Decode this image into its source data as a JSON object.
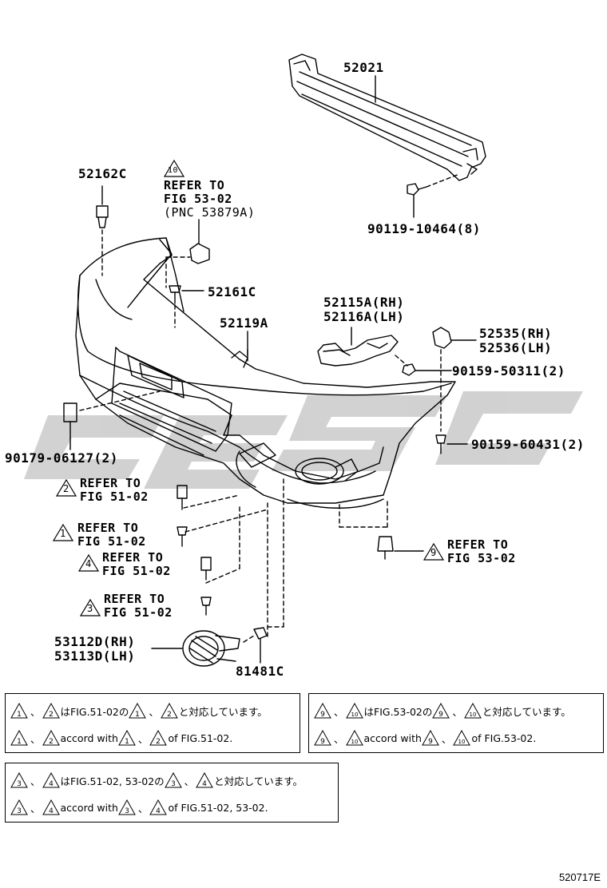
{
  "parts": {
    "p52021": "52021",
    "p52162C": "52162C",
    "p90119": "90119-10464(8)",
    "p52161C": "52161C",
    "p52119A": "52119A",
    "p52115A": "52115A(RH)",
    "p52116A": "52116A(LH)",
    "p52535": "52535(RH)",
    "p52536": "52536(LH)",
    "p90159_50311": "90159-50311(2)",
    "p90159_60431": "90159-60431(2)",
    "p90179": "90179-06127(2)",
    "p53112D": "53112D(RH)",
    "p53113D": "53113D(LH)",
    "p81481C": "81481C"
  },
  "refs": {
    "r10_line1": "REFER TO",
    "r10_line2": "FIG 53-02",
    "r10_line3": "(PNC 53879A)",
    "r10_num": "10",
    "r2_line1": "REFER TO",
    "r2_line2": "FIG 51-02",
    "r2_num": "2",
    "r1_line1": "REFER TO",
    "r1_line2": "FIG 51-02",
    "r1_num": "1",
    "r4_line1": "REFER TO",
    "r4_line2": "FIG 51-02",
    "r4_num": "4",
    "r3_line1": "REFER TO",
    "r3_line2": "FIG 51-02",
    "r3_num": "3",
    "r9_line1": "REFER TO",
    "r9_line2": "FIG 53-02",
    "r9_num": "9"
  },
  "notes": {
    "n1_jp_mid": "はFIG.51-02の",
    "n1_jp_end": "と対応しています。",
    "n1_en_mid": "accord with",
    "n1_en_end": "of FIG.51-02.",
    "n9_jp_mid": "はFIG.53-02の",
    "n9_jp_end": "と対応しています。",
    "n9_en_mid": "accord with",
    "n9_en_end": "of FIG.53-02.",
    "n3_jp_mid": "はFIG.51-02, 53-02の",
    "n3_jp_end": "と対応しています。",
    "n3_en_mid": "accord with",
    "n3_en_end": "of FIG.51-02, 53-02.",
    "sep": "、",
    "t1": "1",
    "t2": "2",
    "t3": "3",
    "t4": "4",
    "t9": "9",
    "t10": "10"
  },
  "figure_code": "520717E",
  "watermark": "CESC",
  "colors": {
    "line": "#000000",
    "watermark": "#c8c8c8",
    "background": "#ffffff"
  }
}
